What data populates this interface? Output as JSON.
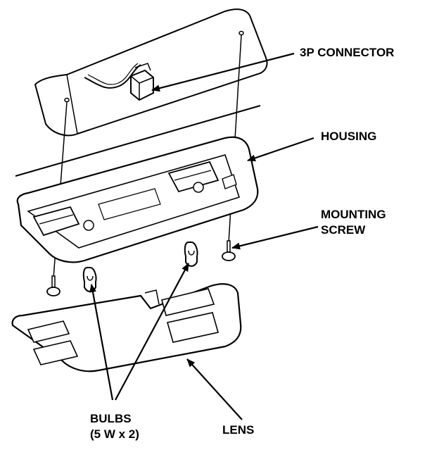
{
  "labels": {
    "connector": "3P CONNECTOR",
    "housing": "HOUSING",
    "screw_line1": "MOUNTING",
    "screw_line2": "SCREW",
    "bulbs_line1": "BULBS",
    "bulbs_line2": "(5 W x 2)",
    "lens": "LENS"
  },
  "colors": {
    "line": "#000000",
    "background": "#ffffff",
    "shade": "#e6e6e6"
  }
}
